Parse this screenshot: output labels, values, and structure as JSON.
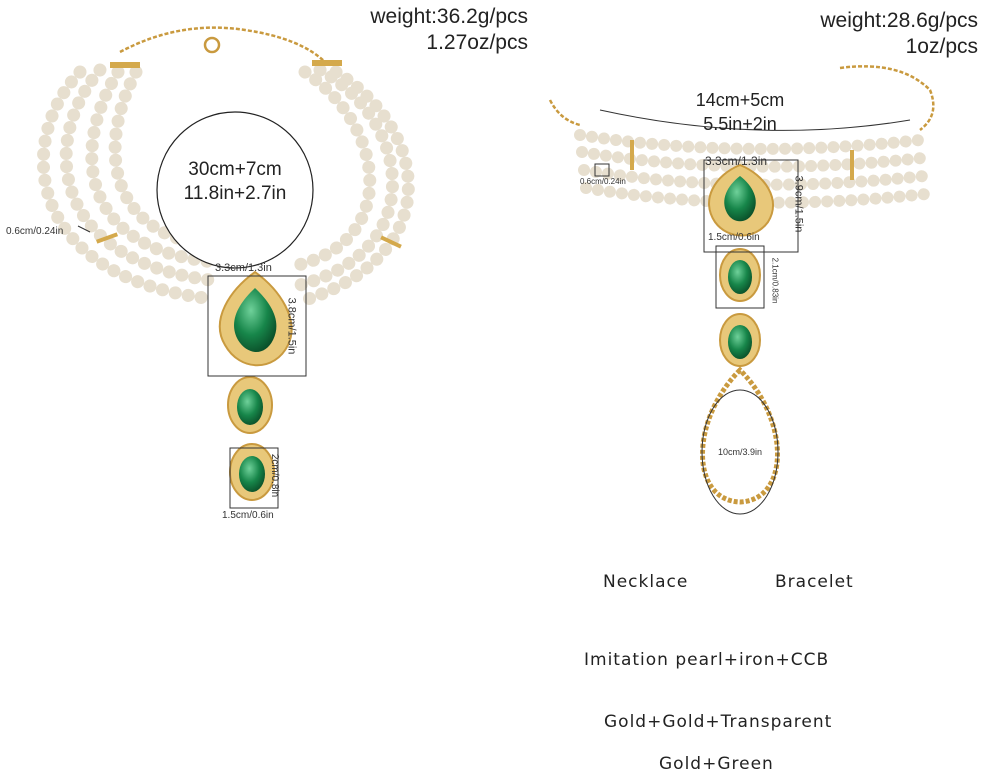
{
  "necklace": {
    "weight_line1": "weight:36.2g/pcs",
    "weight_line2": "1.27oz/pcs",
    "length_line1": "30cm+7cm",
    "length_line2": "11.8in+2.7in",
    "pearl_size": "0.6cm/0.24in",
    "pendant_width": "3.3cm/1.3in",
    "pendant_height": "3.8cm/1.5in",
    "drop_height": "2cm/0.8in",
    "drop_width": "1.5cm/0.6in"
  },
  "bracelet": {
    "weight_line1": "weight:28.6g/pcs",
    "weight_line2": "1oz/pcs",
    "length_line1": "14cm+5cm",
    "length_line2": "5.5in+2in",
    "pearl_size": "0.6cm/0.24in",
    "pendant_width": "3.3cm/1.3in",
    "pendant_height": "3.9cm/1.5in",
    "drop_width": "1.5cm/0.6in",
    "drop_height": "2.1cm/0.83in",
    "ring_size": "10cm/3.9in"
  },
  "info": {
    "label_necklace": "Necklace",
    "label_bracelet": "Bracelet",
    "material": "Imitation pearl+iron+CCB",
    "color_1": "Gold+Gold+Transparent",
    "color_2": "Gold+Green"
  },
  "colors": {
    "pearl": "#f6f1e6",
    "gold": "#d4a94c",
    "emerald": "#1f8a4c"
  }
}
